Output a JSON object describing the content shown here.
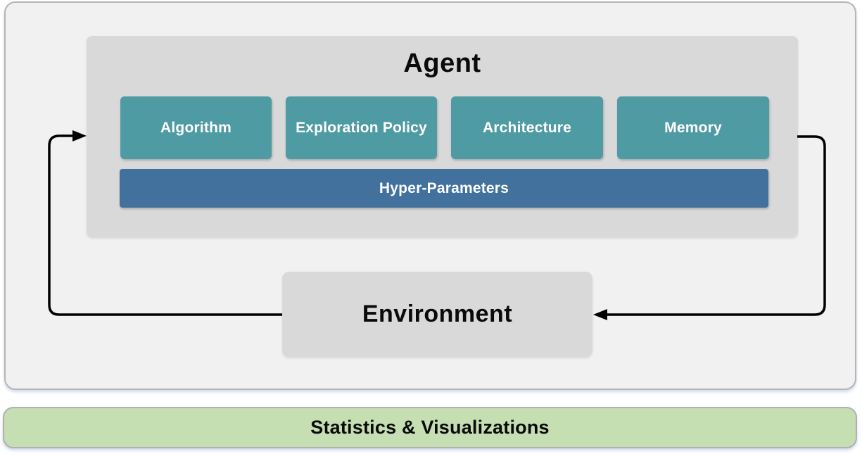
{
  "diagram": {
    "agent": {
      "title": "Agent",
      "modules": [
        {
          "label": "Algorithm"
        },
        {
          "label": "Exploration Policy"
        },
        {
          "label": "Architecture"
        },
        {
          "label": "Memory"
        }
      ],
      "hyper_parameters_label": "Hyper-Parameters"
    },
    "environment": {
      "title": "Environment"
    },
    "stats_bar": {
      "label": "Statistics & Visualizations"
    },
    "arrows": [
      {
        "name": "environment-to-agent",
        "direction": "from Environment left side up into Agent left side"
      },
      {
        "name": "agent-to-environment",
        "direction": "from Agent right side down into Environment right side"
      }
    ],
    "colors": {
      "module_teal": "#4f9ba3",
      "hyper_parameters_blue": "#41719c",
      "panel_gray": "#d9d9d9",
      "canvas_gray": "#f1f1f2",
      "stats_green": "#c5deb2",
      "arrow_black": "#000000"
    }
  }
}
